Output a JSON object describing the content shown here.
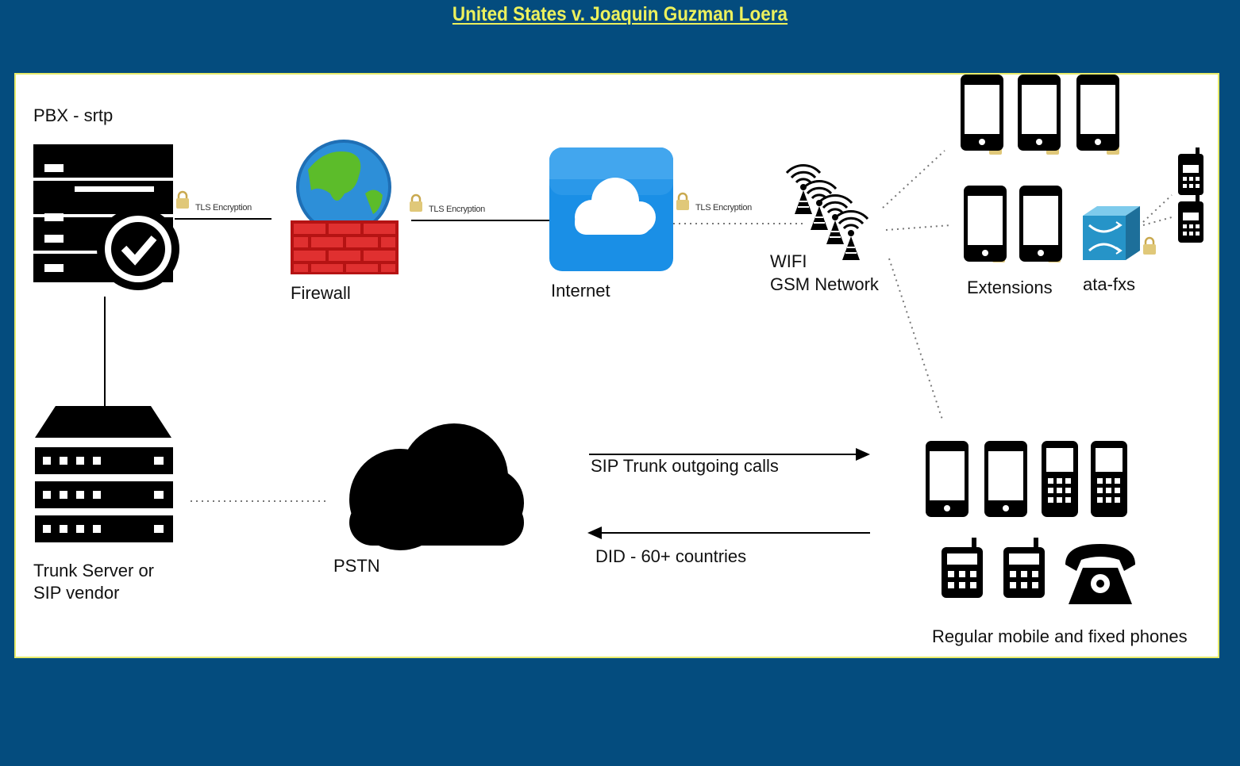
{
  "title": "United States v. Joaquin Guzman Loera",
  "nodes": {
    "pbx": "PBX - srtp",
    "firewall": "Firewall",
    "internet": "Internet",
    "wifi": "WIFI",
    "gsm": "GSM Network",
    "extensions": "Extensions",
    "ata": "ata-fxs",
    "trunk_line1": "Trunk Server or",
    "trunk_line2": "SIP vendor",
    "pstn": "PSTN",
    "regular_phones": "Regular mobile and fixed phones"
  },
  "links": {
    "tls1": "TLS Encryption",
    "tls2": "TLS Encryption",
    "tls3": "TLS Encryption",
    "outgoing": "SIP Trunk outgoing calls",
    "did": "DID - 60+ countries"
  },
  "colors": {
    "background": "#044c7e",
    "title": "#ecf15d",
    "panel_border": "#e8eb6a",
    "cloud_blue": "#1a8fe6",
    "firewall_red": "#d42020",
    "switch_blue": "#2694c8"
  },
  "icons": [
    "server-check-icon",
    "firewall-globe-icon",
    "cloud-icon",
    "antenna-icon",
    "smartphone-icon",
    "padlock-icon",
    "cellphone-icon",
    "ata-switch-icon",
    "rack-server-icon",
    "telephone-icon"
  ]
}
